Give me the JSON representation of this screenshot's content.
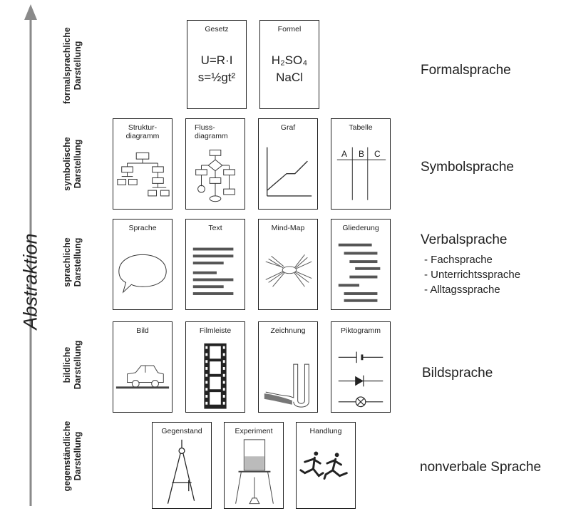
{
  "axis": {
    "title": "Abstraktion"
  },
  "levels": [
    {
      "label": [
        "formalsprachliche",
        "Darstellung"
      ],
      "language": "Formalsprache",
      "cards": [
        {
          "title": "Gesetz",
          "formula_lines": [
            "U=R·I",
            "s=½gt²"
          ]
        },
        {
          "title": "Formel",
          "formula_lines": [
            "H₂SO₄",
            "NaCl"
          ]
        }
      ]
    },
    {
      "label": [
        "symbolische",
        "Darstellung"
      ],
      "language": "Symbolsprache",
      "cards": [
        {
          "title": "Struktur-\ndiagramm",
          "icon": "structure-diagram-icon"
        },
        {
          "title": "Fluss-\ndiagramm",
          "icon": "flowchart-icon"
        },
        {
          "title": "Graf",
          "icon": "line-graph-icon"
        },
        {
          "title": "Tabelle",
          "icon": "table-icon",
          "columns": [
            "A",
            "B",
            "C"
          ]
        }
      ]
    },
    {
      "label": [
        "sprachliche",
        "Darstellung"
      ],
      "language": "Verbalsprache",
      "sub_items": [
        "- Fachsprache",
        "- Unterrichtssprache",
        "- Alltagssprache"
      ],
      "cards": [
        {
          "title": "Sprache",
          "icon": "speech-bubble-icon"
        },
        {
          "title": "Text",
          "icon": "text-lines-icon"
        },
        {
          "title": "Mind-Map",
          "icon": "mind-map-icon"
        },
        {
          "title": "Gliederung",
          "icon": "outline-icon"
        }
      ]
    },
    {
      "label": [
        "bildliche",
        "Darstellung"
      ],
      "language": "Bildsprache",
      "cards": [
        {
          "title": "Bild",
          "icon": "car-icon"
        },
        {
          "title": "Filmleiste",
          "icon": "film-strip-icon"
        },
        {
          "title": "Zeichnung",
          "icon": "u-tube-drawing-icon"
        },
        {
          "title": "Piktogramm",
          "icon": "circuit-symbols-icon"
        }
      ]
    },
    {
      "label": [
        "gegenständliche",
        "Darstellung"
      ],
      "language": "nonverbale Sprache",
      "cards": [
        {
          "title": "Gegenstand",
          "icon": "compass-icon"
        },
        {
          "title": "Experiment",
          "icon": "beaker-burner-icon"
        },
        {
          "title": "Handlung",
          "icon": "runners-icon"
        }
      ]
    }
  ]
}
